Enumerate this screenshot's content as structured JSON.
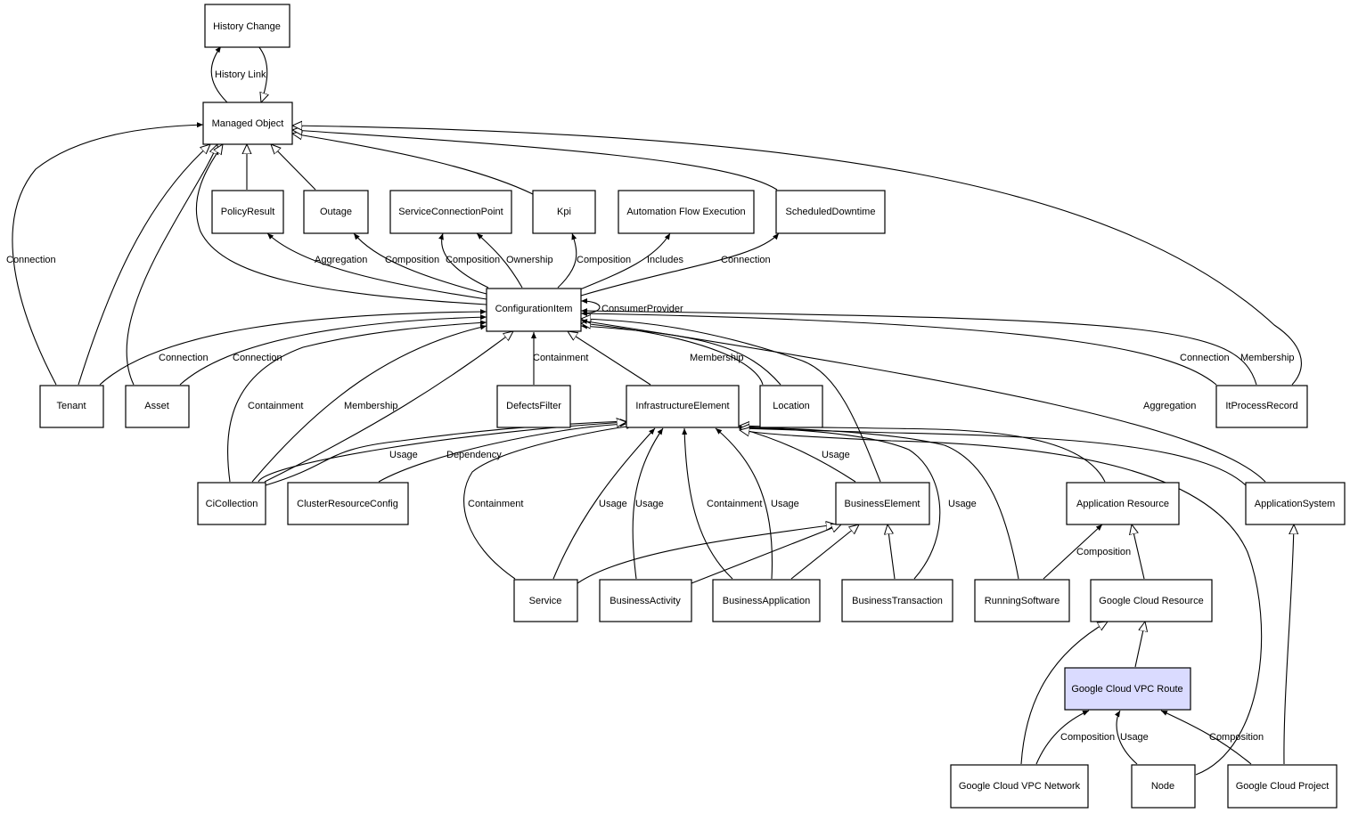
{
  "nodes": {
    "history_change": "History Change",
    "managed_object": "Managed Object",
    "policy_result": "PolicyResult",
    "outage": "Outage",
    "service_connection_point": "ServiceConnectionPoint",
    "kpi": "Kpi",
    "automation_flow_execution": "Automation Flow Execution",
    "scheduled_downtime": "ScheduledDowntime",
    "configuration_item": "ConfigurationItem",
    "tenant": "Tenant",
    "asset": "Asset",
    "defects_filter": "DefectsFilter",
    "infrastructure_element": "InfrastructureElement",
    "location": "Location",
    "it_process_record": "ItProcessRecord",
    "ci_collection": "CiCollection",
    "cluster_resource_config": "ClusterResourceConfig",
    "business_element": "BusinessElement",
    "application_resource": "Application Resource",
    "application_system": "ApplicationSystem",
    "service": "Service",
    "business_activity": "BusinessActivity",
    "business_application": "BusinessApplication",
    "business_transaction": "BusinessTransaction",
    "running_software": "RunningSoftware",
    "google_cloud_resource": "Google Cloud Resource",
    "google_cloud_vpc_route": "Google Cloud VPC Route",
    "google_cloud_vpc_network": "Google Cloud VPC Network",
    "node": "Node",
    "google_cloud_project": "Google Cloud Project"
  },
  "edge_labels": {
    "history_link": "History Link",
    "tenant_mo_connection": "Connection",
    "ci_policy_aggregation": "Aggregation",
    "ci_outage_composition": "Composition",
    "ci_scp_composition": "Composition",
    "ci_scp_ownership": "Ownership",
    "ci_kpi_composition": "Composition",
    "ci_afe_includes": "Includes",
    "ci_sd_connection": "Connection",
    "ci_consumer_provider": "ConsumerProvider",
    "tenant_ci_connection": "Connection",
    "asset_ci_connection": "Connection",
    "defects_ci_containment": "Containment",
    "location_ci_membership": "Membership",
    "cicol_ci_containment": "Containment",
    "cicol_ci_membership": "Membership",
    "itpr_ci_connection": "Connection",
    "itpr_ci_membership": "Membership",
    "appsys_ci_aggregation": "Aggregation",
    "cicol_ie_usage": "Usage",
    "crc_ie_dependency": "Dependency",
    "service_ie_containment": "Containment",
    "service_ie_usage": "Usage",
    "ba_ie_usage": "Usage",
    "bapp_ie_containment": "Containment",
    "bapp_ie_usage": "Usage",
    "be_ie_usage": "Usage",
    "bt_ie_usage": "Usage",
    "rs_ar_composition": "Composition",
    "vpcnet_route_composition": "Composition",
    "node_route_usage": "Usage",
    "project_route_composition": "Composition"
  },
  "colors": {
    "node_fill": "#ffffff",
    "highlight_fill": "#dadbff",
    "stroke": "#000000"
  }
}
